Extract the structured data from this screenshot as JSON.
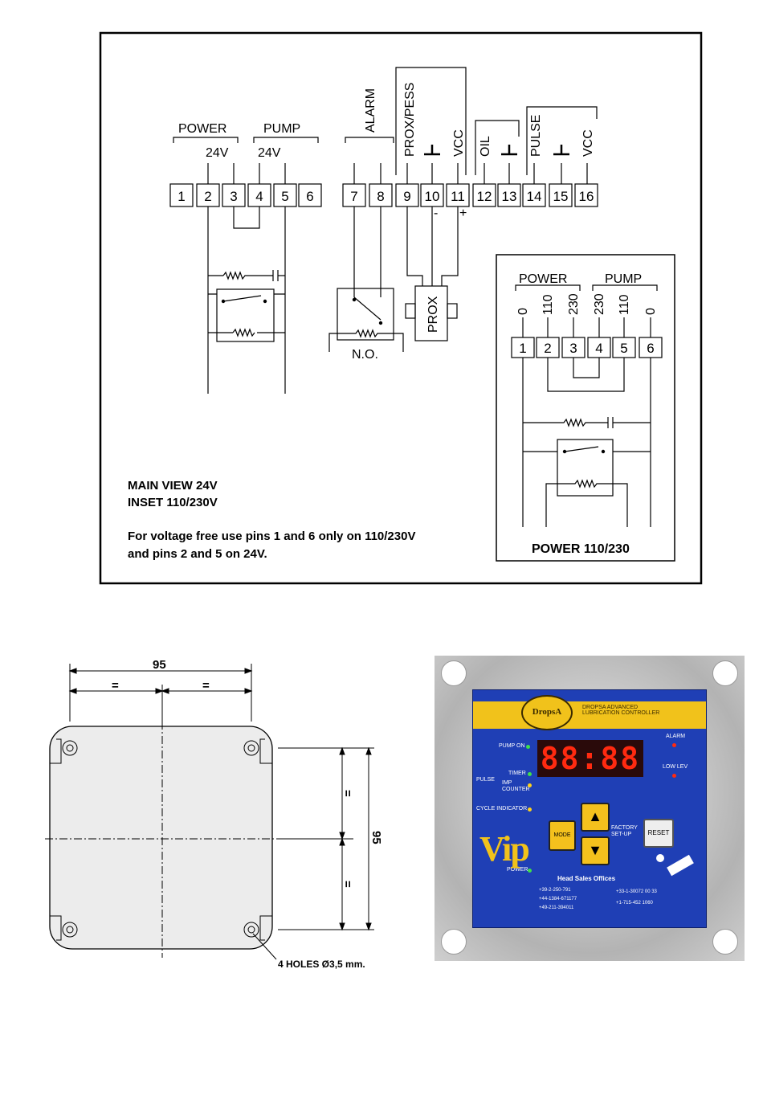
{
  "wiring": {
    "power_label": "POWER",
    "pump_label": "PUMP",
    "power_voltage": "24V",
    "pump_voltage": "24V",
    "alarm_label": "ALARM",
    "prox_label": "PROX/PESS",
    "vcc_label": "VCC",
    "oil_label": "OIL",
    "pulse_label": "PULSE",
    "vcc2_label": "VCC",
    "pins": [
      "1",
      "2",
      "3",
      "4",
      "5",
      "6",
      "7",
      "8",
      "9",
      "10",
      "11",
      "12",
      "13",
      "14",
      "15",
      "16"
    ],
    "minus_sign": "-",
    "plus_sign": "+",
    "no_label": "N.O.",
    "prox_box_label": "PROX",
    "note_line1": "MAIN VIEW 24V",
    "note_line2": "INSET 110/230V",
    "note_line3": "For voltage free use pins 1 and 6 only on 110/230V",
    "note_line4": "and pins 2 and 5 on 24V.",
    "inset": {
      "power_label": "POWER",
      "pump_label": "PUMP",
      "voltages": [
        "0",
        "110",
        "230",
        "230",
        "110",
        "0"
      ],
      "pins": [
        "1",
        "2",
        "3",
        "4",
        "5",
        "6"
      ],
      "title": "POWER 110/230"
    }
  },
  "dimensions": {
    "width_label": "95",
    "half_left": "=",
    "half_right": "=",
    "height_label": "95",
    "half_top": "=",
    "half_bottom": "=",
    "holes_label": "4 HOLES Ø3,5 mm."
  },
  "controller": {
    "brand": "DropsA",
    "brand_sub": "DROPSA ADVANCED LUBRICATION CONTROLLER",
    "display": "88:88",
    "pump_on": "PUMP ON",
    "timer": "TIMER",
    "pulse": "PULSE",
    "imp_counter": "IMP COUNTER",
    "cycle_indicator": "CYCLE INDICATOR",
    "power": "POWER",
    "alarm": "ALARM",
    "low_lev": "LOW LEV",
    "mode_key": "MODE",
    "reset_key": "RESET",
    "factory_setup": "FACTORY SET-UP",
    "vip": "Vip",
    "head_sales": "Head Sales Offices",
    "phones_left": [
      "+39-2-250-791",
      "+44-1384-671177",
      "+49-211-394011"
    ],
    "phones_right": [
      "+33-1-30072 00 33",
      "+1-715-452 1060"
    ],
    "led_colors": {
      "green": "#3ee04a",
      "yellow": "#ffd21a",
      "red": "#ff2a10"
    }
  }
}
